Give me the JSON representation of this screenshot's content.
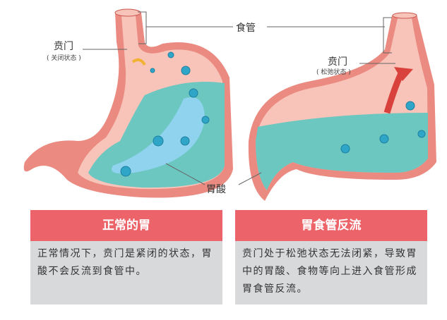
{
  "labels": {
    "esophagus": "食管",
    "cardia_left": "贲门",
    "cardia_left_state": "( 关闭状态 )",
    "cardia_right": "贲门",
    "cardia_right_state": "( 松弛状态 )",
    "gastric_acid": "胃酸"
  },
  "panels": [
    {
      "title": "正常的胃",
      "text": "正常情况下，贲门是紧闭的状态，胃酸不会反流到食管中。"
    },
    {
      "title": "胃食管反流",
      "text": "贲门处于松弛状态无法闭紧，导致胃中的胃酸、食物等向上进入食管形成胃食管反流。"
    }
  ],
  "colors": {
    "header": "#ec6369",
    "body": "#d8d9db",
    "wall": "#ea8a80",
    "inner": "#f8c3b8",
    "acid": "#6cc7c0"
  }
}
